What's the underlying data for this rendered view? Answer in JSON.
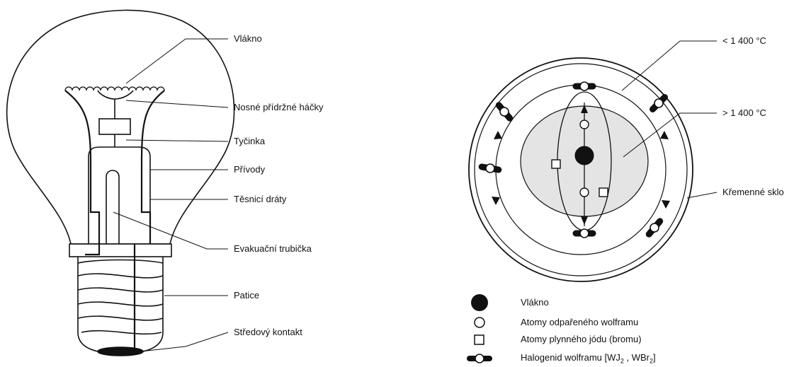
{
  "bulb_labels": {
    "filament": "Vlákno",
    "hooks": "Nosné přídržné háčky",
    "rod": "Tyčinka",
    "leads": "Přívody",
    "seal_wires": "Těsnicí dráty",
    "evac_tube": "Evakuační trubička",
    "base": "Patice",
    "center_contact": "Středový kontakt"
  },
  "cycle_labels": {
    "wall_temp": "< 1 400 °C",
    "core_temp": "> 1 400 °C",
    "quartz": "Křemenné sklo"
  },
  "legend": {
    "filament": "Vlákno",
    "tungsten_atoms": "Atomy odpařeného wolframu",
    "iodine_atoms": "Atomy plynného jódu (bromu)",
    "halide_prefix": "Halogenid wolframu [WJ",
    "halide_sub1": "2",
    "halide_mid": " , WBr",
    "halide_sub2": "2",
    "halide_suffix": "]"
  }
}
